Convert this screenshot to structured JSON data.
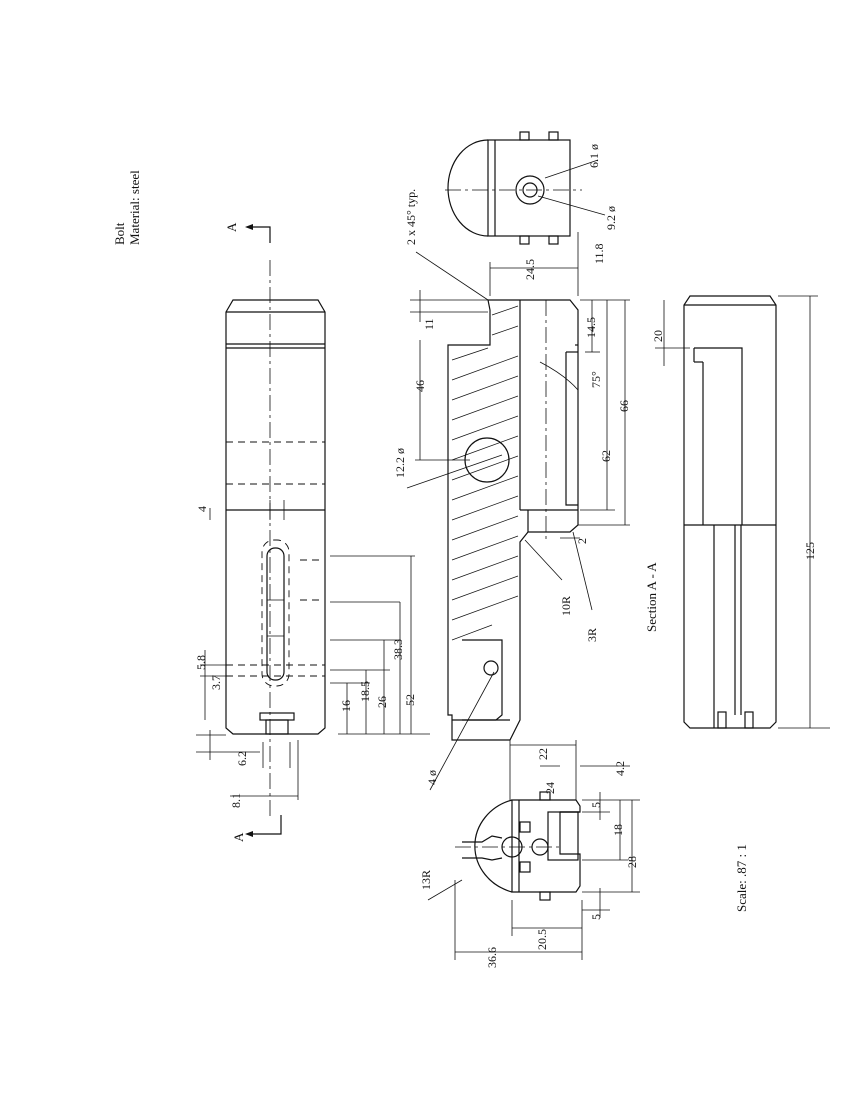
{
  "title": {
    "line1": "Bolt",
    "line2": "Material: steel"
  },
  "section_marks": {
    "top": "A",
    "bottom": "A"
  },
  "labels": {
    "chamfer": "2 x 45° typ.",
    "section": "Section A - A",
    "scale": "Scale: .87 : 1"
  },
  "dimensions": {
    "d_4": "4",
    "d_5_8": "5.8",
    "d_3_7": "3.7",
    "d_6_2": "6.2",
    "d_8_1": "8.1",
    "d_16": "16",
    "d_18_5": "18.5",
    "d_26": "26",
    "d_38_3": "38.3",
    "d_52": "52",
    "d_11": "11",
    "d_46": "46",
    "d_12_2_dia": "12.2 ø",
    "d_24_5": "24.5",
    "d_11_8": "11.8",
    "d_6_1_dia": "6.1 ø",
    "d_9_2_dia": "9.2 ø",
    "d_14_5": "14.5",
    "d_75deg": "75°",
    "d_62": "62",
    "d_66": "66",
    "d_2": "2",
    "d_10R": "10R",
    "d_3R": "3R",
    "d_4_dia": "4 ø",
    "d_20": "20",
    "d_125": "125",
    "d_22": "22",
    "d_24": "24",
    "d_4_2": "4.2",
    "d_5a": "5",
    "d_18": "18",
    "d_28": "28",
    "d_5b": "5",
    "d_13R": "13R",
    "d_20_5": "20.5",
    "d_36_6": "36.6"
  }
}
